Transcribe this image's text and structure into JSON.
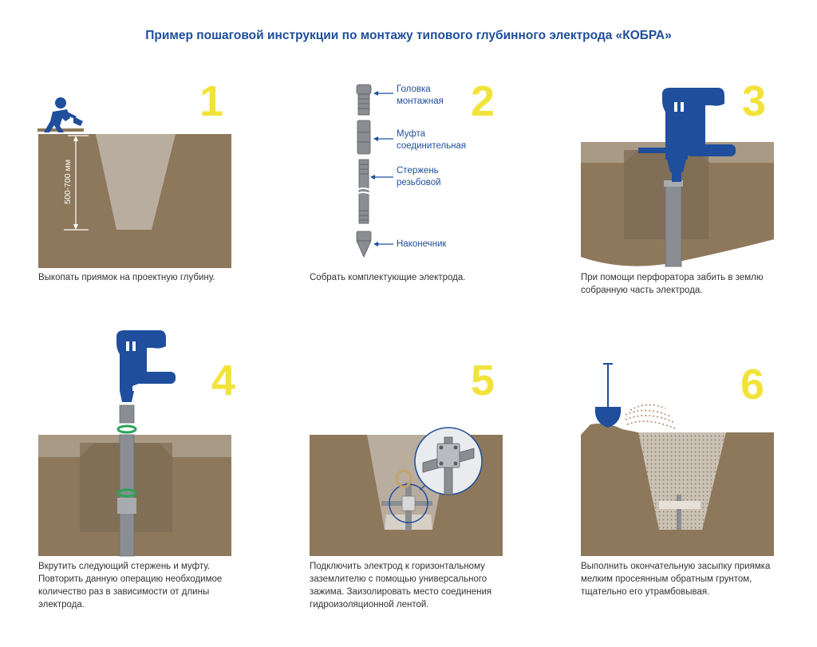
{
  "title": "Пример пошаговой инструкции по монтажу типового глубинного электрода «КОБРА»",
  "colors": {
    "soil": "#8e785b",
    "soil_top": "#a89a84",
    "pit": "#b9ada0",
    "pit_shadow": "#7b6a55",
    "accent_blue": "#1f4e9c",
    "number_yellow": "#f2e33c",
    "rod": "#8a8d91",
    "coupling_green": "#2aa45a"
  },
  "steps": [
    {
      "number": "1",
      "caption": "Выкопать приямок на проектную глубину.",
      "depth_label": "500-700 мм"
    },
    {
      "number": "2",
      "caption": "Собрать комплектующие электрода.",
      "parts": [
        {
          "label": "Головка\nмонтажная"
        },
        {
          "label": "Муфта\nсоединительная"
        },
        {
          "label": "Стержень\nрезьбовой"
        },
        {
          "label": "Наконечник"
        }
      ]
    },
    {
      "number": "3",
      "caption": "При помощи перфоратора забить в землю\nсобранную часть электрода."
    },
    {
      "number": "4",
      "caption": "Вкрутить следующий стержень и муфту.\nПовторить данную операцию необходимое\nколичество раз в зависимости от длины\nэлектрода."
    },
    {
      "number": "5",
      "caption": "Подключить электрод к горизонтальному\nзаземлителю с помощью универсального\nзажима. Заизолировать место соединения\nгидроизоляционной лентой."
    },
    {
      "number": "6",
      "caption": "Выполнить окончательную засыпку приямка\nмелким просеянным обратным грунтом,\nтщательно его утрамбовывая."
    }
  ]
}
